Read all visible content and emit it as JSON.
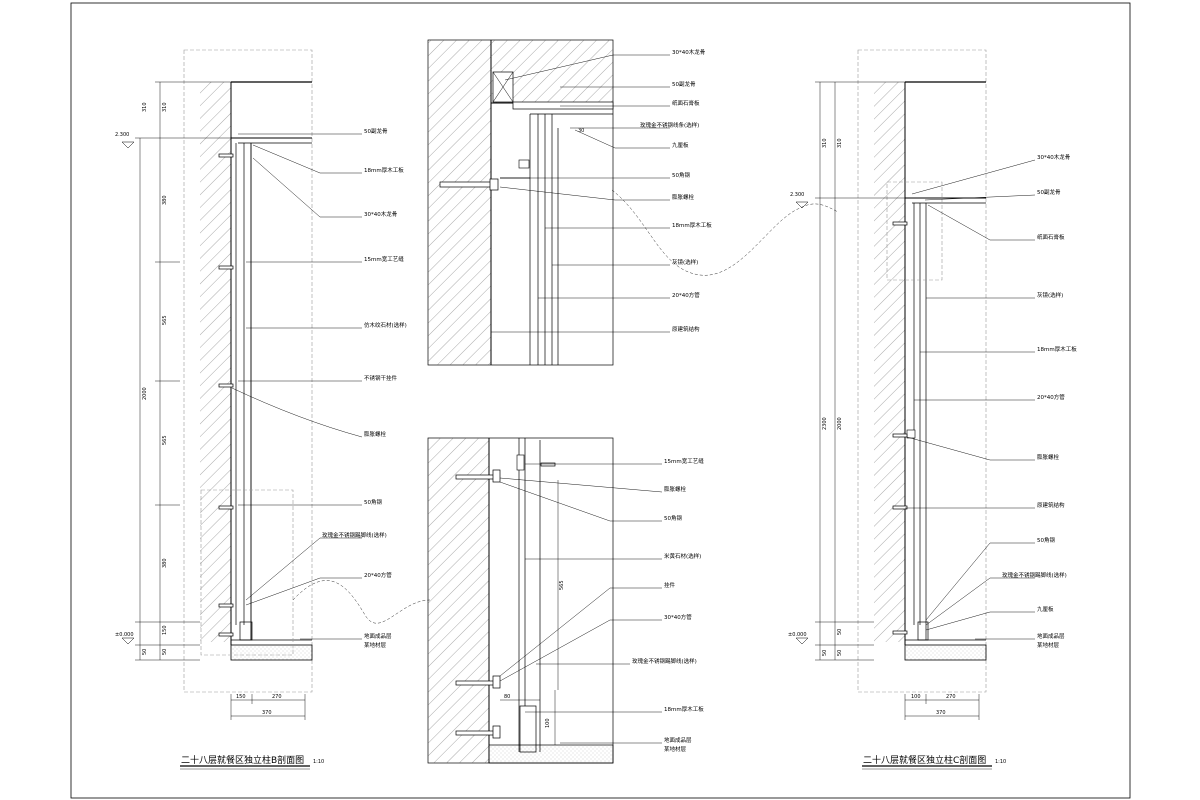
{
  "left_section": {
    "title": "二十八层就餐区独立柱B剖面图",
    "scale": "1:10",
    "level_top": "2.300",
    "level_bottom": "±0.000",
    "labels": [
      "50副龙骨",
      "18mm厚木工板",
      "30*40木龙骨",
      "15mm宽工艺缝",
      "仿木纹石材(选样)",
      "不锈钢干挂件",
      "膨胀螺栓",
      "50角钢",
      "玫瑰金不锈钢踢脚线(选样)",
      "20*40方管",
      "地面成品层",
      "某地材层"
    ],
    "vdims": [
      "310",
      "310",
      "380",
      "565",
      "565",
      "380",
      "150",
      "50",
      "50",
      "2000"
    ],
    "hdims": [
      "150",
      "270",
      "370"
    ]
  },
  "top_detail": {
    "labels": [
      "30*40木龙骨",
      "50副龙骨",
      "纸面石膏板",
      "玫瑰金不锈钢线条(选样)",
      "九厘板",
      "50角钢",
      "膨胀螺栓",
      "18mm厚木工板",
      "灰镜(选样)",
      "20*40方管",
      "原建筑结构"
    ],
    "dims": [
      "30"
    ]
  },
  "bottom_detail": {
    "labels": [
      "15mm宽工艺缝",
      "膨胀螺栓",
      "50角钢",
      "米黄石材(选样)",
      "挂件",
      "30*40方管",
      "玫瑰金不锈钢踢脚线(选样)",
      "18mm厚木工板",
      "地面成品层",
      "某地材层"
    ],
    "dims": [
      "565",
      "100",
      "80"
    ]
  },
  "right_section": {
    "title": "二十八层就餐区独立柱C剖面图",
    "scale": "1:10",
    "level_top": "2.300",
    "level_bottom": "±0.000",
    "labels": [
      "30*40木龙骨",
      "50副龙骨",
      "纸面石膏板",
      "灰镜(选样)",
      "18mm厚木工板",
      "20*40方管",
      "膨胀螺栓",
      "原建筑结构",
      "50角钢",
      "玫瑰金不锈钢踢脚线(选样)",
      "九厘板",
      "地面成品层",
      "某地材层"
    ],
    "vdims": [
      "310",
      "310",
      "2300",
      "2000",
      "50",
      "50",
      "50"
    ],
    "hdims": [
      "100",
      "270",
      "370"
    ]
  }
}
